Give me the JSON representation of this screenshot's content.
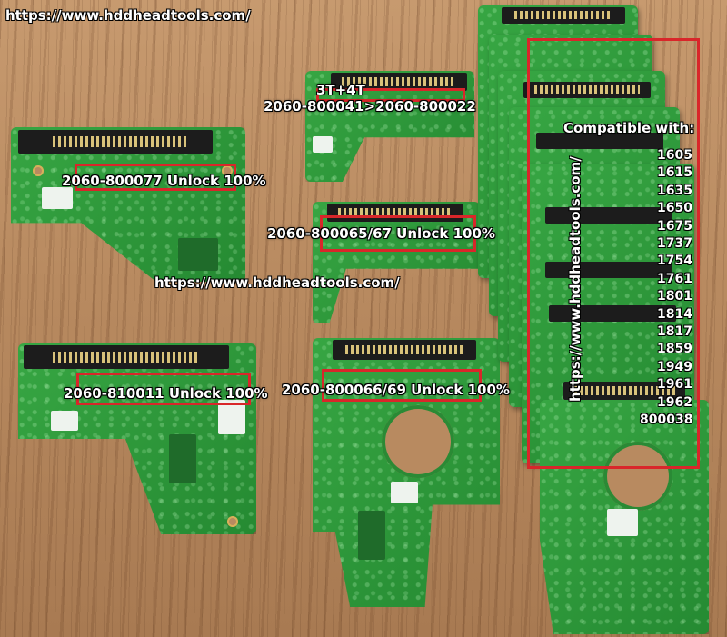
{
  "watermark": {
    "top_left": "https://www.hddheadtools.com/",
    "middle": "https://www.hddheadtools.com/",
    "vertical": "https://www.hddheadtools.com/"
  },
  "labels": {
    "board_top_center_line1": "3T+4T",
    "board_top_center_line2": "2060-800041>2060-800022",
    "board_left_top": "2060-800077 Unlock 100%",
    "board_center_mid": "2060-800065/67 Unlock 100%",
    "board_left_bottom": "2060-810011 Unlock 100%",
    "board_center_bottom": "2060-800066/69 Unlock 100%"
  },
  "compatibility": {
    "title": "Compatible with:",
    "models": [
      "1605",
      "1615",
      "1635",
      "1650",
      "1675",
      "1737",
      "1754",
      "1761",
      "1801",
      "1814",
      "1817",
      "1859",
      "1949",
      "1961",
      "1962",
      "800038"
    ]
  },
  "colors": {
    "highlight_box": "#d9262a",
    "pcb_green": "#2e9a3a",
    "text": "#ffffff"
  }
}
